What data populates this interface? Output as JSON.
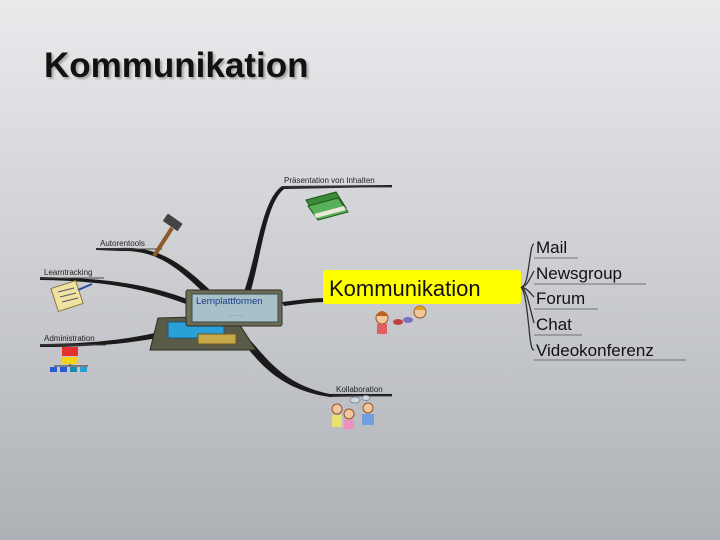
{
  "slide": {
    "title": "Kommunikation"
  },
  "mindmap": {
    "center": "Lernplattformen",
    "branches": {
      "praesentation": "Präsentation von Inhalten",
      "autorentools": "Autorentools",
      "learntracking": "Learntracking",
      "administration": "Administration",
      "kollaboration": "Kollaboration"
    },
    "focus": {
      "title": "Kommunikation",
      "highlight_color": "#ffff00",
      "items": [
        "Mail",
        "Newsgroup",
        "Forum",
        "Chat",
        "Videokonferenz"
      ]
    }
  }
}
